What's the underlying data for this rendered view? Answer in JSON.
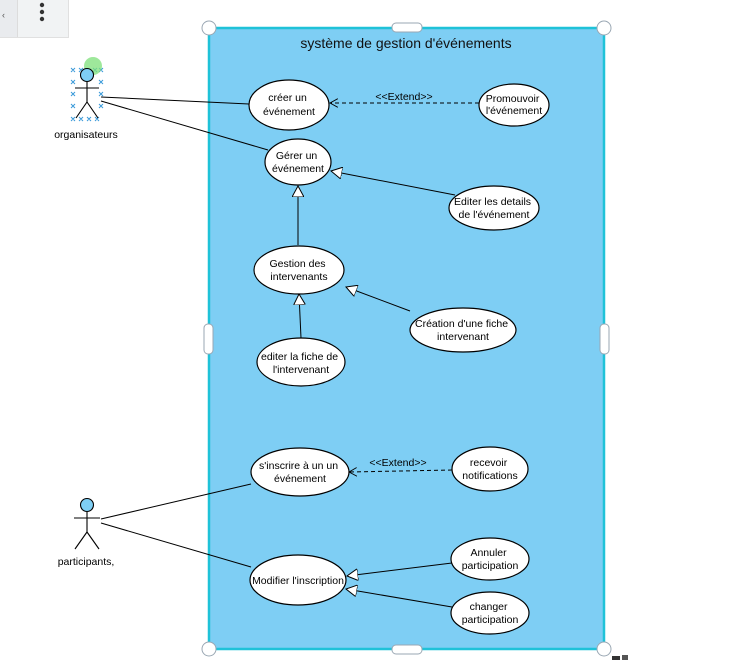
{
  "system": {
    "title": "système de gestion d'événements",
    "fill_color": "#7ecef4",
    "border_color": "#1fc2d8"
  },
  "actors": {
    "organisateurs": {
      "label": "organisateurs"
    },
    "participants": {
      "label": "participants,"
    }
  },
  "use_cases": {
    "creer": {
      "lines": [
        "créer un",
        "événement"
      ]
    },
    "promouvoir": {
      "lines": [
        "Promouvoir",
        "l'événement"
      ]
    },
    "gerer": {
      "lines": [
        "Gérer un",
        "événement"
      ]
    },
    "editer_details": {
      "lines": [
        "Editer les details",
        "de l'événement"
      ]
    },
    "gestion_intervenants": {
      "lines": [
        "Gestion des",
        "intervenants"
      ]
    },
    "creation_fiche": {
      "lines": [
        "Création d'une fiche",
        "intervenant"
      ]
    },
    "editer_fiche": {
      "lines": [
        "editer la fiche de",
        "l'intervenant"
      ]
    },
    "inscrire": {
      "lines": [
        "s'inscrire à un un",
        "événement"
      ]
    },
    "recevoir": {
      "lines": [
        "recevoir",
        "notifications"
      ]
    },
    "modifier": {
      "lines": [
        "Modifier l'inscription"
      ]
    },
    "annuler": {
      "lines": [
        "Annuler",
        "participation"
      ]
    },
    "changer": {
      "lines": [
        "changer",
        "participation"
      ]
    }
  },
  "relations": {
    "extend1": "<<Extend>>",
    "extend2": "<<Extend>>"
  },
  "toolbar": {
    "menu_icon": "more-vert-icon",
    "left_icon": "chevron-icon"
  }
}
